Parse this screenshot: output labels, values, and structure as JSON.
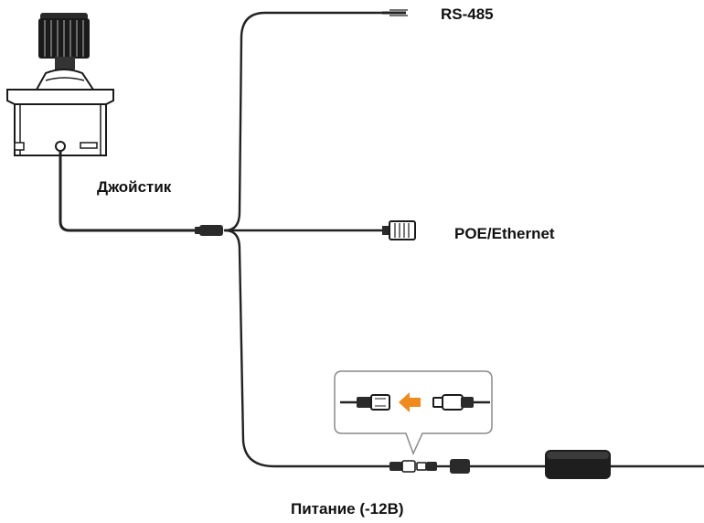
{
  "labels": {
    "rs485": "RS-485",
    "joystick": "Джойстик",
    "poe": "POE/Ethernet",
    "power": "Питание (-12В)"
  },
  "colors": {
    "cable": "#222222",
    "device_body": "#1e1e1e",
    "arrow": "#f08a1c",
    "callout_border": "#8a8a8a"
  },
  "icons": {
    "joystick": "joystick-device-icon",
    "rs485_wire": "bare-wire-end-icon",
    "ethernet": "rj45-plug-icon",
    "dc_connectors": "dc-barrel-plug-icon",
    "insert_arrow": "arrow-left-icon",
    "adapter": "power-adapter-icon"
  }
}
